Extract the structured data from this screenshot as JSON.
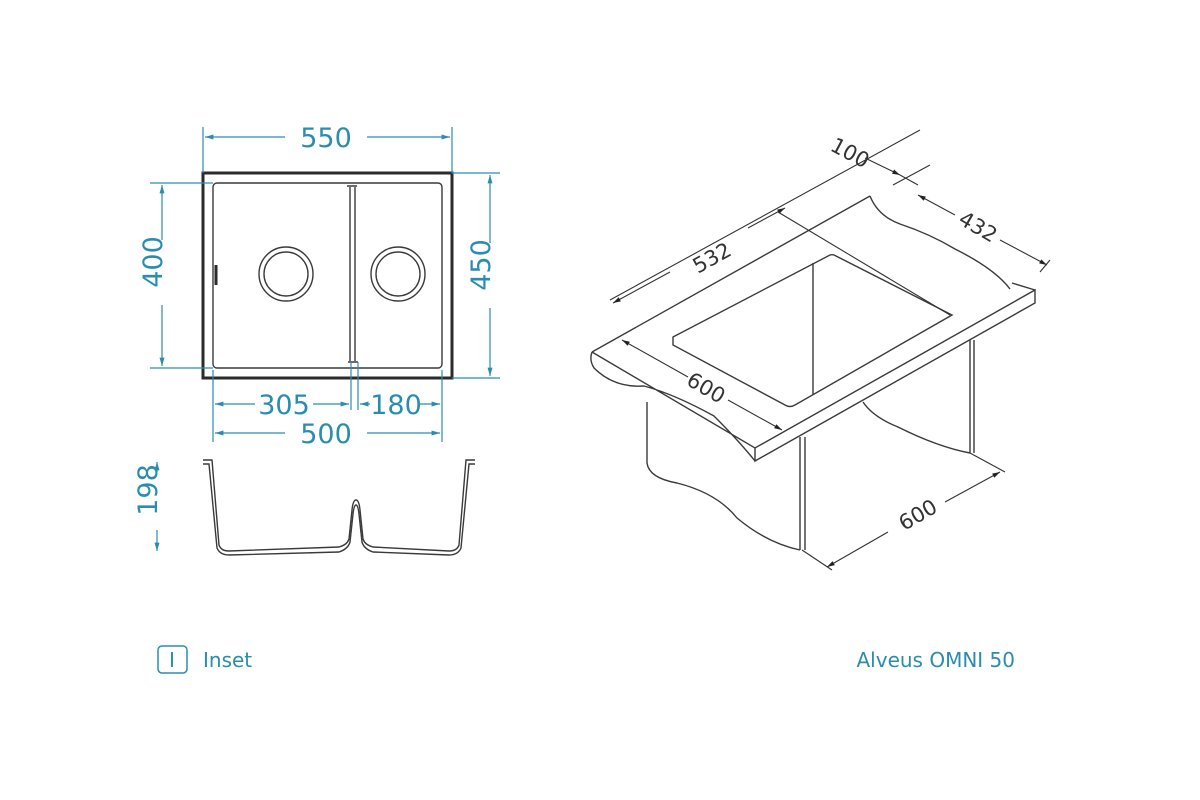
{
  "top_view": {
    "width_outer": "550",
    "depth_inner": "400",
    "depth_outer": "450",
    "bowl_left": "305",
    "bowl_right": "180",
    "width_inner": "500"
  },
  "side_view": {
    "height": "198"
  },
  "iso_view": {
    "cutout_length": "532",
    "cutout_depth": "432",
    "back_offset": "100",
    "counter_front": "600",
    "cabinet_width": "600"
  },
  "footer": {
    "mount_icon_letter": "I",
    "mount_type": "Inset",
    "product_name": "Alveus OMNI 50"
  },
  "colors": {
    "dimension": "#2a8db0",
    "outline": "#2b2b2b"
  }
}
